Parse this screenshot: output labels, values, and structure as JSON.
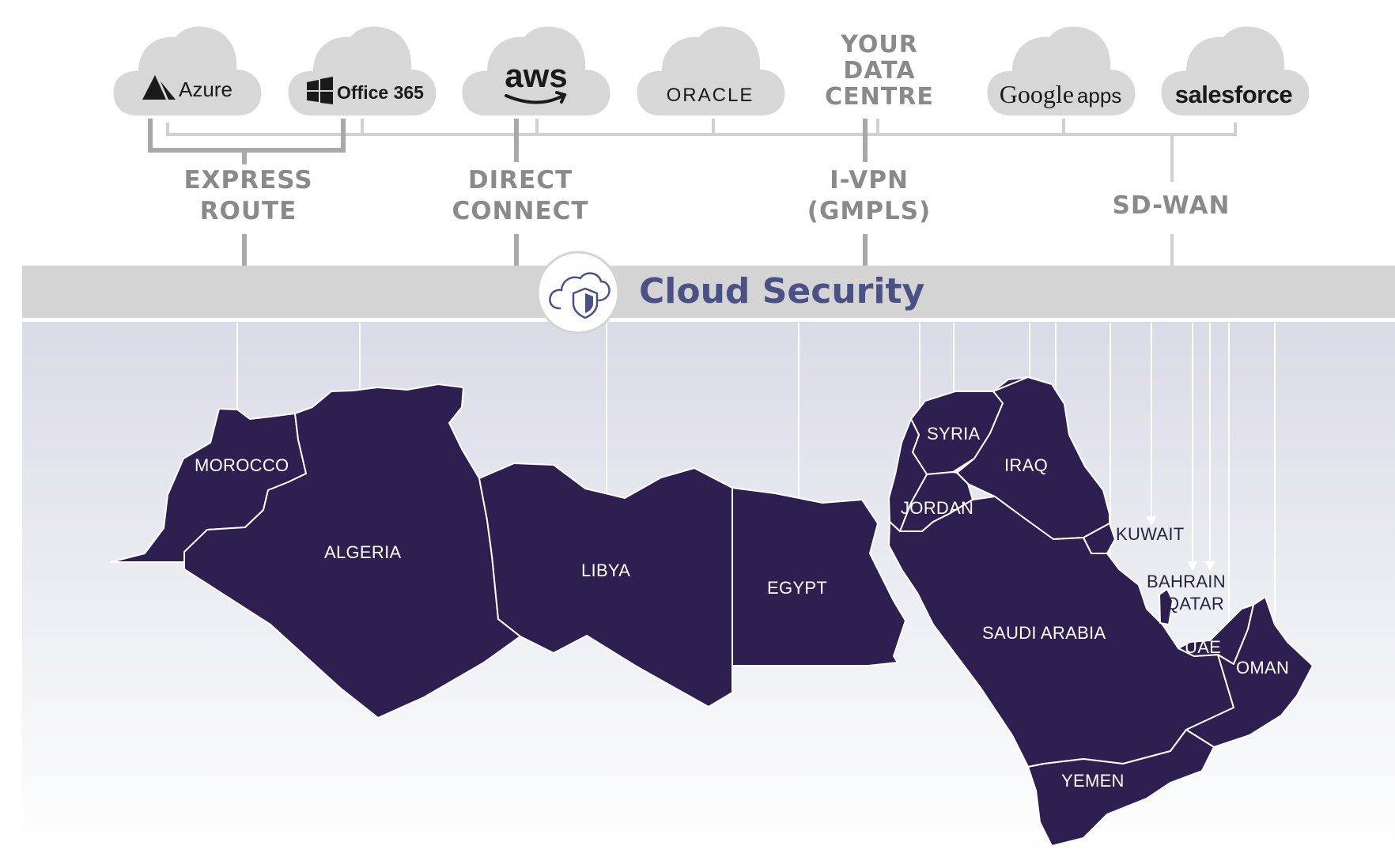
{
  "clouds": [
    {
      "id": "azure",
      "label": "Azure",
      "icon": "azure-icon"
    },
    {
      "id": "office365",
      "label": "Office 365",
      "icon": "windows-icon"
    },
    {
      "id": "aws",
      "label": "aws",
      "icon": "amazon-smile-icon"
    },
    {
      "id": "oracle",
      "label": "ORACLE"
    },
    {
      "id": "google",
      "label": "Google",
      "sublabel": "apps"
    },
    {
      "id": "salesforce",
      "label": "salesforce"
    }
  ],
  "data_centre": {
    "label": "YOUR\nDATA\nCENTRE"
  },
  "connections": [
    {
      "id": "express-route",
      "label": "EXPRESS\nROUTE"
    },
    {
      "id": "direct-connect",
      "label": "DIRECT\nCONNECT"
    },
    {
      "id": "ivpn",
      "label": "I-VPN\n(GMPLS)"
    },
    {
      "id": "sdwan",
      "label": "SD-WAN"
    }
  ],
  "band": {
    "title": "Cloud Security",
    "icon": "cloud-shield-icon"
  },
  "countries": [
    {
      "name": "MOROCCO"
    },
    {
      "name": "ALGERIA"
    },
    {
      "name": "LIBYA"
    },
    {
      "name": "EGYPT"
    },
    {
      "name": "SYRIA"
    },
    {
      "name": "IRAQ"
    },
    {
      "name": "JORDAN"
    },
    {
      "name": "KUWAIT"
    },
    {
      "name": "BAHRAIN"
    },
    {
      "name": "QATAR"
    },
    {
      "name": "SAUDI ARABIA"
    },
    {
      "name": "UAE"
    },
    {
      "name": "OMAN"
    },
    {
      "name": "YEMEN"
    }
  ],
  "colors": {
    "cloud": "#d7d7d7",
    "connector": "#a9a9a9",
    "connector_light": "#d0d0d0",
    "band": "#d4d4d4",
    "label_grey": "#8a8a8a",
    "title_blue": "#4a5185",
    "map_fill": "#2d1f4f",
    "map_border": "#ffffff",
    "bg_top": "#d9dbe6",
    "bg_bottom": "#ffffff"
  }
}
